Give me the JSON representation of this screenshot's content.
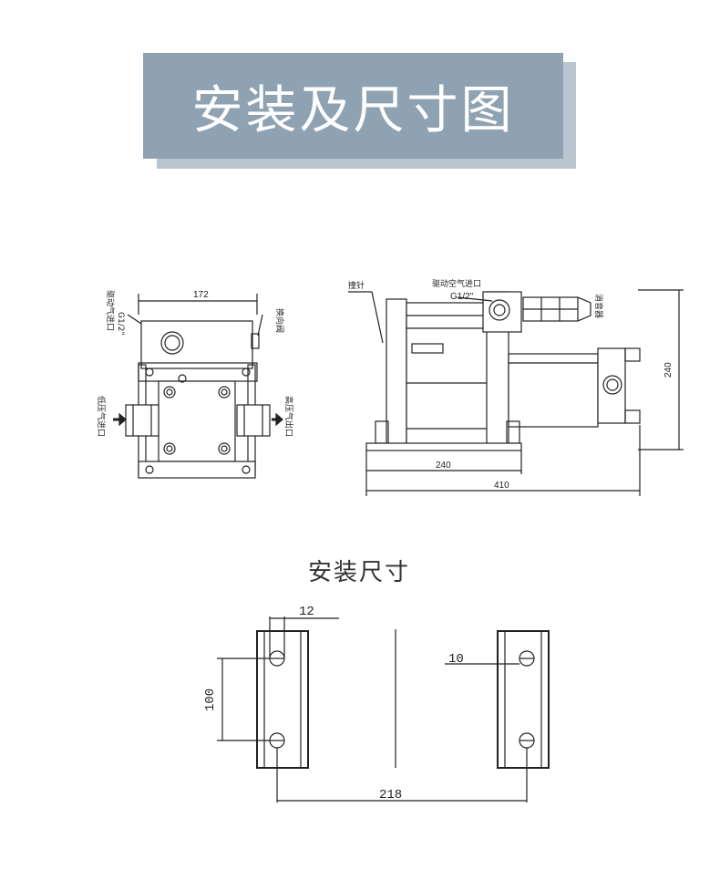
{
  "banner": {
    "title": "安装及尺寸图"
  },
  "front_view": {
    "dim_width": "172",
    "label_drive_air": "驱动气进口",
    "label_drive_thread": "G1/2\"",
    "label_reversing_valve": "换向阀",
    "label_low_pressure": "低压气进口",
    "label_high_pressure": "高压气出口"
  },
  "side_view": {
    "label_ejector": "撞针",
    "label_drive_inlet": "驱动空气进口",
    "label_drive_thread": "G1/2\"",
    "label_muffler": "消音器",
    "dim_height": "240",
    "dim_base": "240",
    "dim_total": "410"
  },
  "mounting": {
    "title": "安装尺寸",
    "dim_hole": "12",
    "dim_slot": "10",
    "dim_spacing": "100",
    "dim_center": "218"
  }
}
